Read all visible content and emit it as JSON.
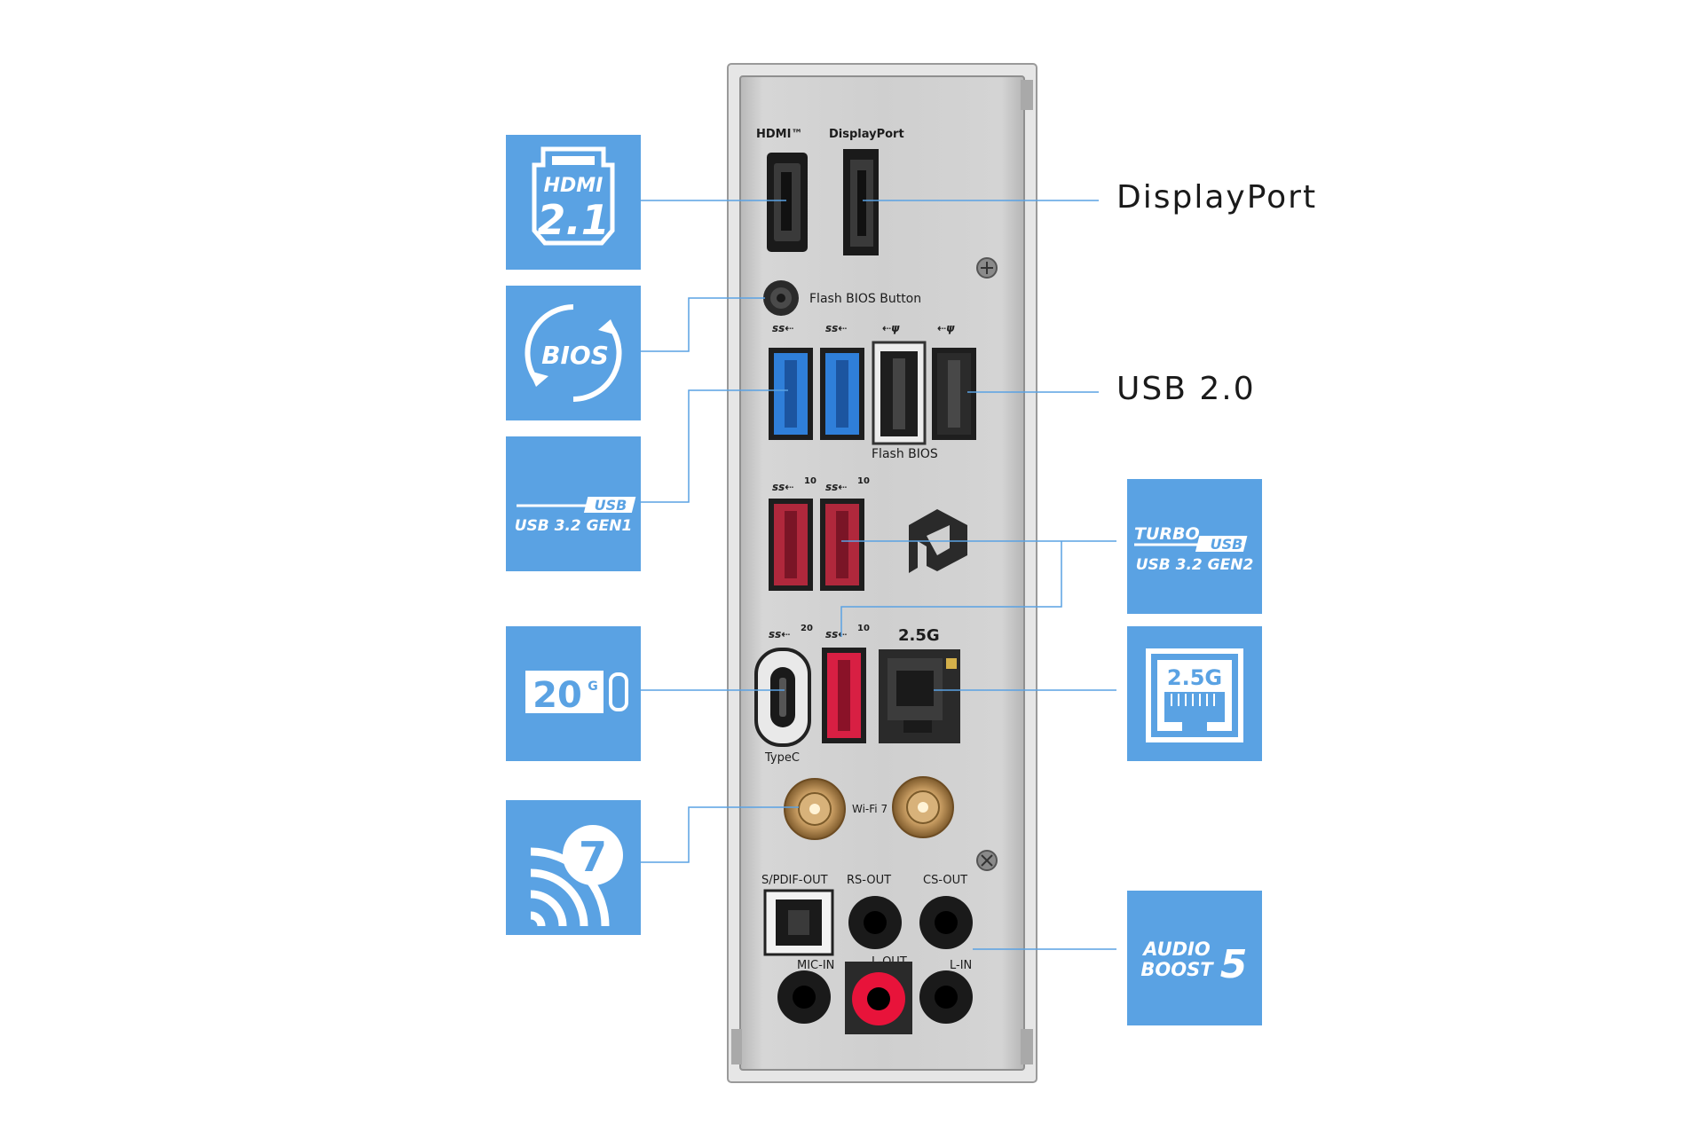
{
  "callouts": {
    "displayport": "DisplayPort",
    "usb2": "USB 2.0"
  },
  "panel_labels": {
    "hdmi": "HDMI™",
    "displayport": "DisplayPort",
    "flash_bios_button": "Flash BIOS Button",
    "flash_bios": "Flash BIOS",
    "lan_speed": "2.5G",
    "typec": "TypeC",
    "wifi": "Wi-Fi 7",
    "spdif_out": "S/PDIF-OUT",
    "rs_out": "RS-OUT",
    "cs_out": "CS-OUT",
    "mic_in": "MIC-IN",
    "l_out": "L-OUT",
    "l_in": "L-IN",
    "ss_gen2_superscript": "10",
    "typec_superscript": "20"
  },
  "tiles": {
    "hdmi": {
      "top": "HDMI",
      "bottom": "2.1"
    },
    "bios": "BIOS",
    "usb_gen1": {
      "badge": "USB",
      "label": "USB 3.2 GEN1"
    },
    "typec_speed": {
      "value": "20",
      "unit": "G"
    },
    "wifi_gen": "7",
    "turbo_usb": {
      "turbo": "TURBO",
      "badge": "USB",
      "label": "USB 3.2 GEN2"
    },
    "lan": "2.5G",
    "audio": {
      "line1": "AUDIO",
      "line2": "BOOST",
      "num": "5"
    }
  },
  "colors": {
    "tile_blue": "#5aa2e3",
    "leader_line": "#5aa2e3",
    "usb_gen1_blue": "#2f7fd9",
    "usb_gen2_red": "#b0283c",
    "panel_silver": "#c9c9c9",
    "audio_lout_red": "#e8133a"
  }
}
